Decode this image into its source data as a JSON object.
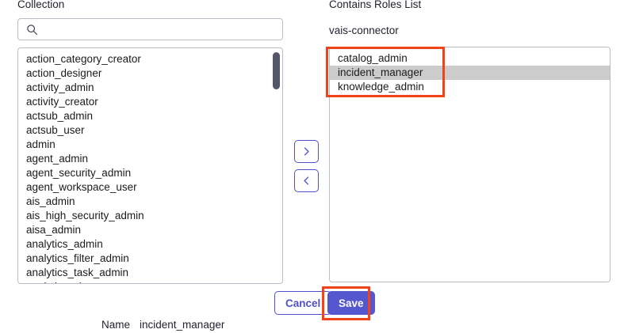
{
  "panels": {
    "left": {
      "header": "Collection",
      "search": {
        "placeholder": "",
        "value": "",
        "icon": "search-icon"
      },
      "options": [
        "action_category_creator",
        "action_designer",
        "activity_admin",
        "activity_creator",
        "actsub_admin",
        "actsub_user",
        "admin",
        "agent_admin",
        "agent_security_admin",
        "agent_workspace_user",
        "ais_admin",
        "ais_high_security_admin",
        "aisa_admin",
        "analytics_admin",
        "analytics_filter_admin",
        "analytics_task_admin",
        "analytics_viewer"
      ],
      "selected_index": -1,
      "scrollbar": {
        "thumb_position": "top",
        "visible": true
      }
    },
    "right": {
      "header": "Contains Roles List",
      "subject": "vais-connector",
      "options": [
        "catalog_admin",
        "incident_manager",
        "knowledge_admin"
      ],
      "selected_index": 1
    }
  },
  "transfer": {
    "move_right_icon": "chevron-right-icon",
    "move_left_icon": "chevron-left-icon"
  },
  "actions": {
    "cancel_label": "Cancel",
    "save_label": "Save"
  },
  "footer": {
    "name_label": "Name",
    "name_value": "incident_manager"
  },
  "annotations": [
    {
      "name": "roles-list-highlight",
      "target": "right-listbox-options"
    },
    {
      "name": "save-button-highlight",
      "target": "save-button"
    }
  ],
  "colors": {
    "accent": "#5457ce",
    "accent_border": "#4f51c9",
    "annotation": "#f3411a",
    "selection": "#cccccc",
    "field_border": "#b9bdc7",
    "scroll_thumb": "#555568"
  }
}
